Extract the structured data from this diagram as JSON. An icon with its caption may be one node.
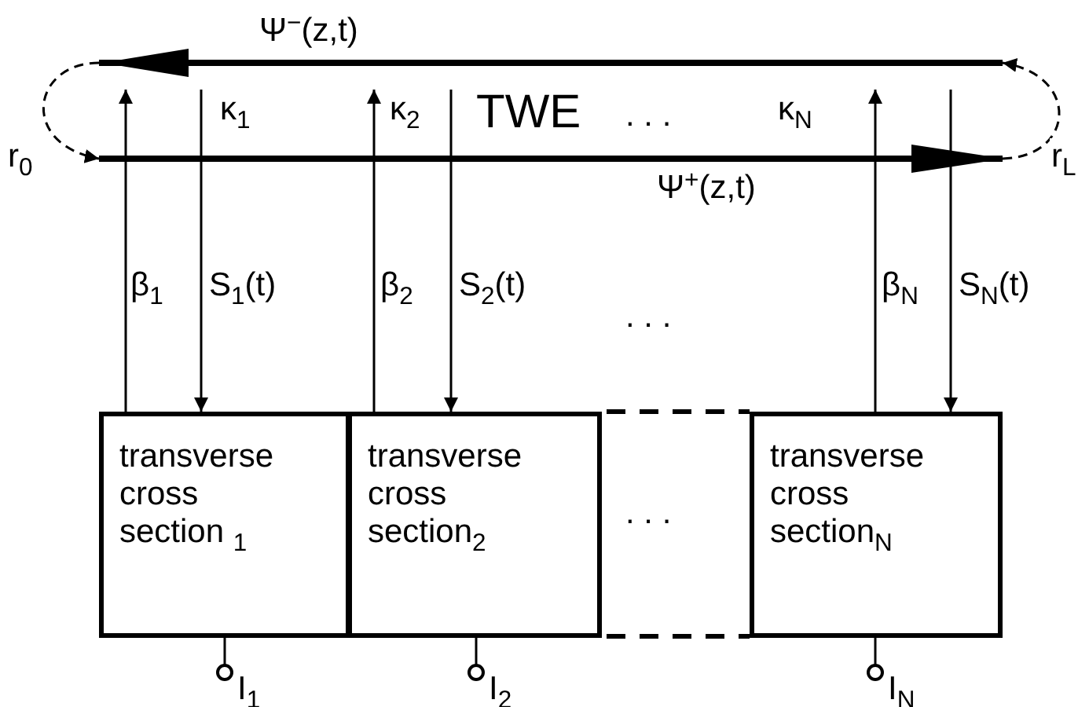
{
  "diagram": {
    "nodes": [
      {
        "text": [
          "TWE"
        ]
      },
      {
        "text": [
          "transverse cross section $_{1}$"
        ]
      },
      {
        "text": [
          "transverse cross section$_{2}$"
        ]
      },
      {
        "text": [
          "transverse cross section$_{N}$"
        ]
      },
      {
        "text": [
          "I$_{1}$"
        ]
      },
      {
        "text": [
          "I$_{2}$"
        ]
      },
      {
        "text": [
          "I$_{N}$"
        ]
      }
    ],
    "edges": [
      {
        "from": 1,
        "to": 0,
        "arrow": "to",
        "label": "β$_{1}$"
      },
      {
        "from": 0,
        "to": 1,
        "arrow": "to",
        "label": "S$_{1}$(t)"
      },
      {
        "from": 2,
        "to": 0,
        "arrow": "to",
        "label": "β$_{2}$"
      },
      {
        "from": 0,
        "to": 2,
        "arrow": "to",
        "label": "S$_{2}$(t)"
      },
      {
        "from": 3,
        "to": 0,
        "arrow": "to",
        "label": "β$_{N}$"
      },
      {
        "from": 0,
        "to": 3,
        "arrow": "to",
        "label": "S$_{N}$(t)"
      },
      {
        "from": 1,
        "to": 4,
        "arrow": "other"
      },
      {
        "from": 2,
        "to": 5,
        "arrow": "other"
      },
      {
        "from": 3,
        "to": 6,
        "arrow": "other"
      },
      {
        "from": 0,
        "to": 0,
        "arrow": "to",
        "style": "dashed",
        "label": "r$_{0}$"
      },
      {
        "from": 0,
        "to": 0,
        "arrow": "to",
        "style": "dashed",
        "label": "r$_{L}$"
      }
    ],
    "labels": [
      "Ψ$^{−}$(z,t)",
      "κ$_{1}$",
      "κ$_{2}$",
      ". . .",
      "κ$_{N}$",
      "Ψ$^{+}$(z,t)",
      ". . .",
      ". . ."
    ]
  }
}
